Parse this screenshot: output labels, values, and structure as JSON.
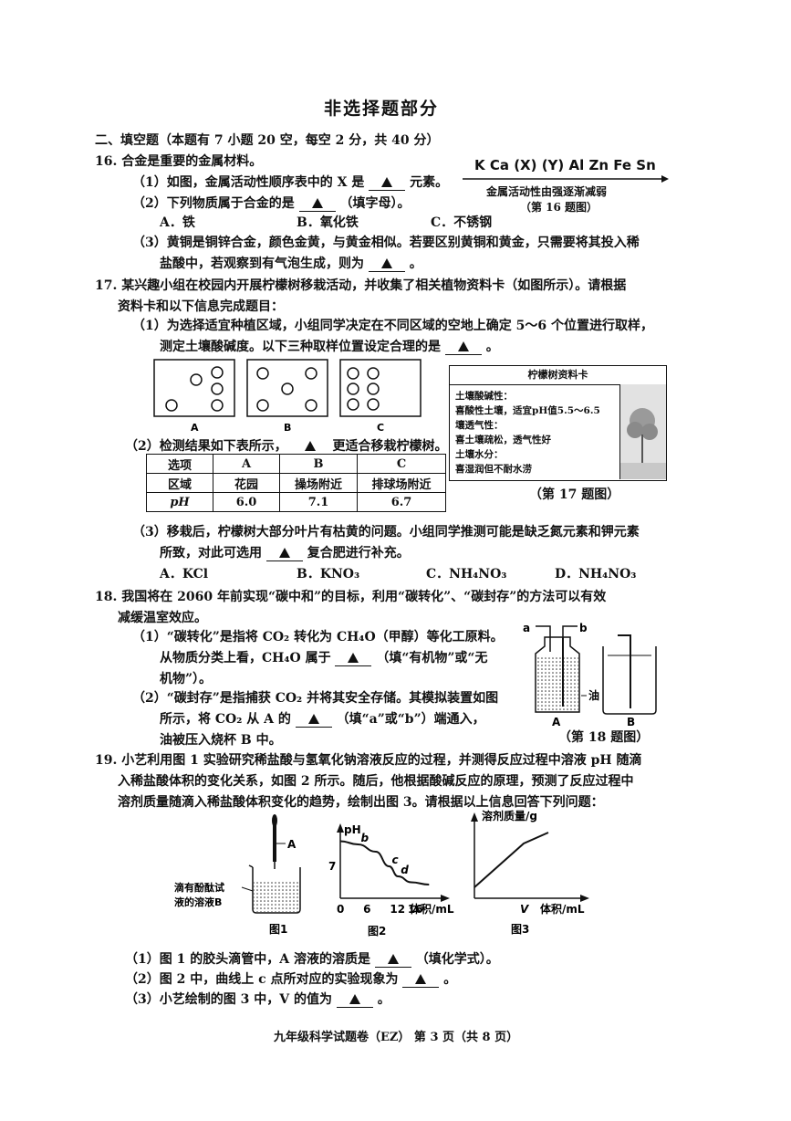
{
  "section_title": "非选择题部分",
  "part2_heading": "二、填空题（本题有 7 小题 20 空，每空 2 分，共 40 分）",
  "blank_symbol": "▲",
  "q16": {
    "stem": "16. 合金是重要的金属材料。",
    "metal_series": "K Ca (X) (Y) Al Zn Fe Sn",
    "series_caption": "金属活动性由强逐渐减弱",
    "figure_caption": "（第 16 题图）",
    "p1_before": "（1）如图，金属活动性顺序表中的 X 是",
    "p1_after": "元素。",
    "p2_before": "（2）下列物质属于合金的是",
    "p2_after": "（填字母）。",
    "options": [
      "A．铁",
      "B．氧化铁",
      "C．不锈钢"
    ],
    "p3_line1": "（3）黄铜是铜锌合金，颜色金黄，与黄金相似。若要区别黄铜和黄金，只需要将其投入稀",
    "p3_line2_before": "盐酸中，若观察到有气泡生成，则为",
    "p3_line2_after": "。"
  },
  "q17": {
    "stem_line1": "17. 某兴趣小组在校园内开展柠檬树移栽活动，并收集了相关植物资料卡（如图所示）。请根据",
    "stem_line2": "资料卡和以下信息完成题目：",
    "p1_line1": "（1）为选择适宜种植区域，小组同学决定在不同区域的空地上确定 5～6 个位置进行取样，",
    "p1_line2_before": "测定土壤酸碱度。以下三种取样位置设定合理的是",
    "p1_line2_after": "。",
    "sample_labels": [
      "A",
      "B",
      "C"
    ],
    "p2_before": "（2）检测结果如下表所示，",
    "p2_after": "更适合移栽柠檬树。",
    "table": {
      "rows": [
        [
          "选项",
          "A",
          "B",
          "C"
        ],
        [
          "区域",
          "花园",
          "操场附近",
          "排球场附近"
        ],
        [
          "pH",
          "6.0",
          "7.1",
          "6.7"
        ]
      ]
    },
    "card": {
      "title": "柠檬树资料卡",
      "lines": [
        "土壤酸碱性：",
        "喜酸性土壤，适宜pH值5.5～6.5",
        "壤透气性：",
        "喜土壤疏松，透气性好",
        "土壤水分：",
        "喜湿润但不耐水涝"
      ]
    },
    "figure_caption": "（第 17 题图）",
    "p3_line1": "（3）移栽后，柠檬树大部分叶片有枯黄的问题。小组同学推测可能是缺乏氮元素和钾元素",
    "p3_line2_before": "所致，对此可选用",
    "p3_line2_after": "复合肥进行补充。",
    "options": [
      "A．KCl",
      "B．KNO₃",
      "C．NH₄NO₃",
      "D．NH₄NO₃"
    ]
  },
  "q18": {
    "stem_line1": "18. 我国将在 2060 年前实现“碳中和”的目标，利用“碳转化”、“碳封存”的方法可以有效",
    "stem_line2": "减缓温室效应。",
    "p1_line1": "（1）“碳转化”是指将 CO₂ 转化为 CH₄O（甲醇）等化工原料。",
    "p1_line2_before": "从物质分类上看，CH₄O 属于",
    "p1_line2_after": "（填“有机物”或“无",
    "p1_line3": "机物”）。",
    "p2_line1": "（2）“碳封存”是指捕获 CO₂ 并将其安全存储。其模拟装置如图",
    "p2_line2_before": "所示，将 CO₂ 从 A 的",
    "p2_line2_after": "（填“a”或“b”）端通入，",
    "p2_line3": "油被压入烧杯 B 中。",
    "fig_labels": {
      "a": "a",
      "b": "b",
      "oil": "油",
      "A": "A",
      "B": "B"
    },
    "figure_caption": "（第 18 题图）"
  },
  "q19": {
    "stem_line1": "19. 小艺利用图 1 实验研究稀盐酸与氢氧化钠溶液反应的过程，并测得反应过程中溶液 pH 随滴",
    "stem_line2": "入稀盐酸体积的变化关系，如图 2 所示。随后，他根据酸碱反应的原理，预测了反应过程中",
    "stem_line3": "溶剂质量随滴入稀盐酸体积变化的趋势，绘制出图 3。请根据以上信息回答下列问题：",
    "fig1": {
      "dropper_label": "A",
      "beaker_label_line1": "滴有酚酞试",
      "beaker_label_line2": "液的溶液B",
      "caption": "图1"
    },
    "fig2": {
      "ylabel": "pH",
      "ytick": "7",
      "xticks": [
        "0",
        "6",
        "12",
        "16"
      ],
      "xlabel": "体积/mL",
      "points": [
        "b",
        "c",
        "d"
      ],
      "caption": "图2"
    },
    "fig3": {
      "ylabel": "溶剂质量/g",
      "xmark": "V",
      "xlabel": "体积/mL",
      "caption": "图3"
    },
    "p1_before": "（1）图 1 的胶头滴管中，A 溶液的溶质是",
    "p1_after": "（填化学式）。",
    "p2_before": "（2）图 2 中，曲线上 c 点所对应的实验现象为",
    "p2_after": "。",
    "p3_before": "（3）小艺绘制的图 3 中，V 的值为",
    "p3_after": "。"
  },
  "footer": "九年级科学试题卷（EZ） 第 3 页（共 8 页）",
  "chart_data": [
    {
      "type": "line",
      "title": "图2",
      "xlabel": "体积/mL",
      "ylabel": "pH",
      "x_ticks": [
        0,
        6,
        12,
        16
      ],
      "y_ticks": [
        7
      ],
      "points": [
        {
          "x": 0,
          "y": 12.5
        },
        {
          "x": 4,
          "y": 11.8,
          "label": "b"
        },
        {
          "x": 8,
          "y": 10.2
        },
        {
          "x": 11,
          "y": 7.0,
          "label": "c"
        },
        {
          "x": 13,
          "y": 4.8,
          "label": "d"
        },
        {
          "x": 16,
          "y": 3.5
        },
        {
          "x": 20,
          "y": 3.0
        }
      ]
    },
    {
      "type": "line",
      "title": "图3",
      "xlabel": "体积/mL",
      "ylabel": "溶剂质量/g",
      "x_marks": [
        "V"
      ],
      "points": [
        {
          "x": 0,
          "y": 1
        },
        {
          "x": "V",
          "y": 5
        },
        {
          "x": 1.5,
          "y": 6
        }
      ]
    }
  ]
}
